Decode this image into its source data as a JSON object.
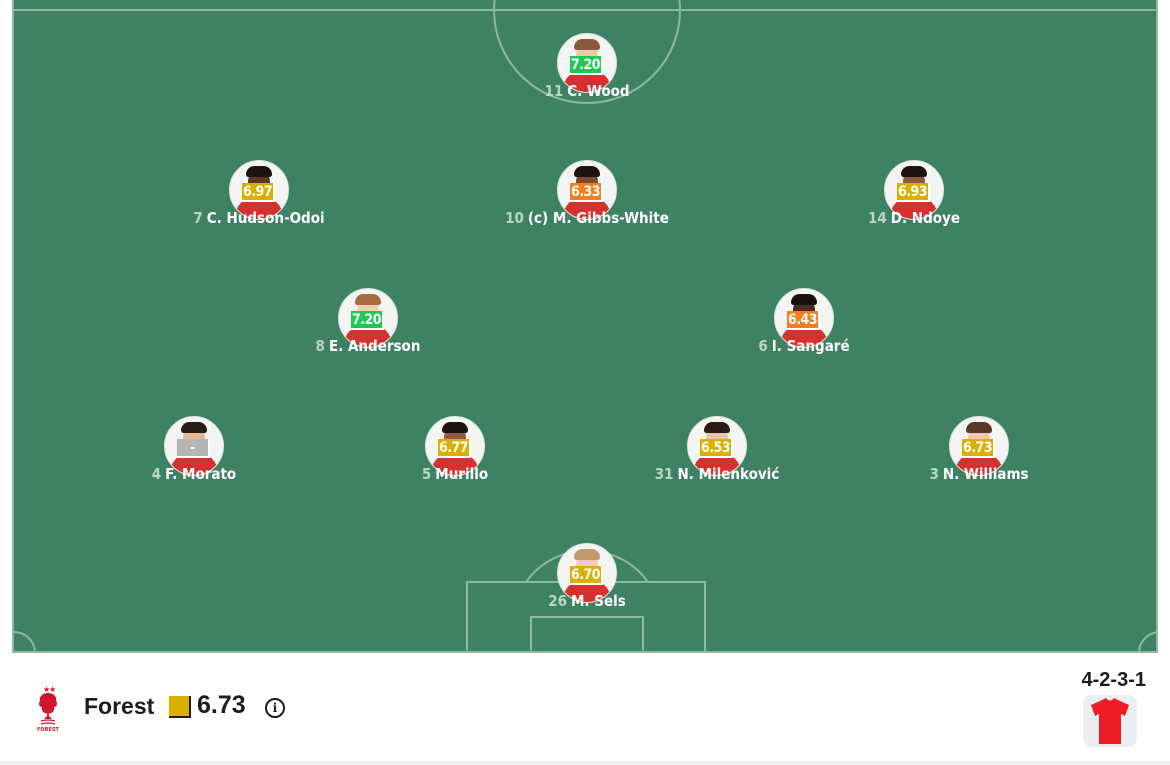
{
  "pitch": {
    "colors": {
      "grass": "#3f8263",
      "lines": "#8db9a2"
    },
    "players": [
      {
        "number": "11",
        "name": "C. Wood",
        "rating": "7.20",
        "rating_class": "r-green",
        "skin": "#f1c7a7",
        "hair": "#8a5a3a"
      },
      {
        "number": "7",
        "name": "C. Hudson-Odoi",
        "rating": "6.97",
        "rating_class": "r-yellow",
        "skin": "#5a3624",
        "hair": "#1e1410"
      },
      {
        "number": "10",
        "name": "(c) M. Gibbs-White",
        "rating": "6.33",
        "rating_class": "r-orange",
        "skin": "#7a4c33",
        "hair": "#1e1410"
      },
      {
        "number": "14",
        "name": "D. Ndoye",
        "rating": "6.93",
        "rating_class": "r-yellow",
        "skin": "#8a5a3c",
        "hair": "#1e1410"
      },
      {
        "number": "8",
        "name": "E. Anderson",
        "rating": "7.20",
        "rating_class": "r-green",
        "skin": "#f4cdb2",
        "hair": "#a86b3b"
      },
      {
        "number": "6",
        "name": "I. Sangaré",
        "rating": "6.43",
        "rating_class": "r-orange",
        "skin": "#4a2c1e",
        "hair": "#1a100c"
      },
      {
        "number": "4",
        "name": "F. Morato",
        "rating": "-",
        "rating_class": "r-gray",
        "skin": "#e5b894",
        "hair": "#2a1c14"
      },
      {
        "number": "5",
        "name": "Murillo",
        "rating": "6.77",
        "rating_class": "r-yellow",
        "skin": "#8d5d40",
        "hair": "#1e1410"
      },
      {
        "number": "31",
        "name": "N. Milenković",
        "rating": "6.53",
        "rating_class": "r-yellow",
        "skin": "#ecc4a6",
        "hair": "#2a1c14"
      },
      {
        "number": "3",
        "name": "N. Williams",
        "rating": "6.73",
        "rating_class": "r-yellow",
        "skin": "#f0c8aa",
        "hair": "#5a3a24"
      },
      {
        "number": "26",
        "name": "M. Sels",
        "rating": "6.70",
        "rating_class": "r-yellow",
        "skin": "#f2ccb0",
        "hair": "#c09a6a"
      }
    ]
  },
  "team": {
    "name": "Forest",
    "rating": "6.73",
    "formation": "4-2-3-1",
    "crest_icon": "forest-crest-icon",
    "crest_text": "FOREST",
    "kit_icon": "shirt-icon",
    "kit_color": "#ee1c25",
    "info_icon": "info-icon"
  }
}
